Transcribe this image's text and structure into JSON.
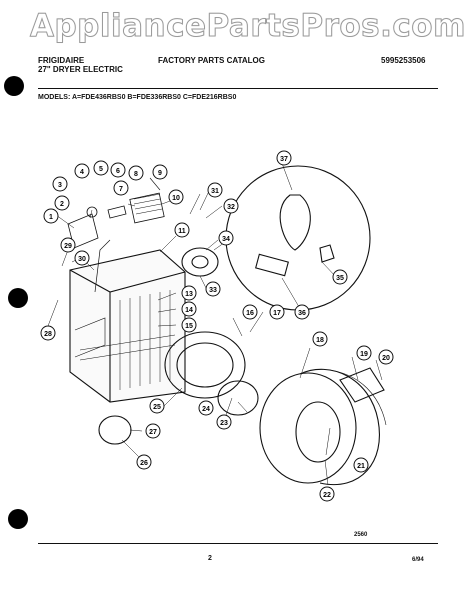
{
  "watermark": "AppliancePartsPros.com",
  "header": {
    "brand": "FRIGIDAIRE",
    "product": "27\" DRYER ELECTRIC",
    "catalog": "FACTORY PARTS CATALOG",
    "catalog_number": "5995253506",
    "models": "MODELS:  A=FDE436RBS0  B=FDE336RBS0  C=FDE216RBS0"
  },
  "diagram": {
    "callouts": [
      "1",
      "2",
      "3",
      "4",
      "5",
      "6",
      "7",
      "8",
      "9",
      "10",
      "11",
      "13",
      "14",
      "15",
      "16",
      "17",
      "18",
      "19",
      "20",
      "21",
      "22",
      "23",
      "24",
      "25",
      "26",
      "27",
      "28",
      "29",
      "30",
      "31",
      "32",
      "33",
      "34",
      "35",
      "36",
      "37"
    ],
    "figure_number": "2560"
  },
  "footer": {
    "page_number": "2",
    "date": "6/94"
  }
}
